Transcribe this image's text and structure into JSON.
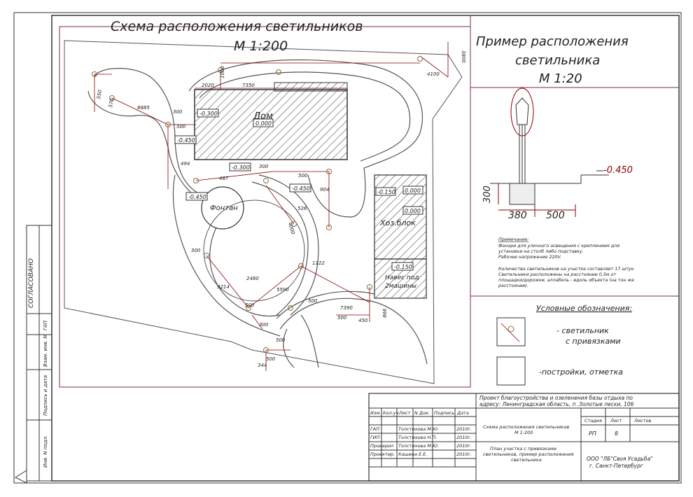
{
  "plan": {
    "title": "Схема расположения светильников",
    "scale": "М 1:200",
    "house": "Дом",
    "fountain": "Фонтан",
    "utility": "Хоз.блок",
    "canopy_line1": "Навес под",
    "canopy_line2": "2машины",
    "marks": [
      "-0.300",
      "0.000",
      "-0.450",
      "-0.300",
      "-0.450",
      "-0.450",
      "-0.150",
      "0.000",
      "0.000",
      "-0.150"
    ],
    "dims_house": [
      "2020",
      "7350",
      "1000"
    ],
    "dims_misc": [
      "3800",
      "4100",
      "500",
      "500",
      "500",
      "500",
      "500",
      "500",
      "500",
      "450",
      "866",
      "300",
      "300",
      "300",
      "300",
      "1122",
      "344",
      "494",
      "487",
      "526",
      "904",
      "4000",
      "9214",
      "7390",
      "2480",
      "5590",
      "8885",
      "550",
      "570"
    ]
  },
  "example": {
    "title_line1": "Пример расположения",
    "title_line2": "светильника",
    "scale": "М 1:20",
    "mark": "-0.450",
    "dim_height": "300",
    "dim_a": "380",
    "dim_b": "500"
  },
  "notes": {
    "heading": "Примечание:",
    "lines": [
      "Фонари для уличного освещения с креплением для",
      "установки на столб либо подставку.",
      "Рабочее напряжение 220V.",
      "",
      "Количество светильников на участке составляет 17 штук.",
      "Светильники расположены на расстоянии 0,5м от",
      "площадки/дорожки, аллабель - вдоль объекта (на тон же",
      "расстоянии)."
    ]
  },
  "legend": {
    "heading": "Условные обозначения:",
    "lamp_line1": "- светильник",
    "lamp_line2": "с привязками",
    "building": "-постройки, отметка"
  },
  "side_stamp": {
    "agreed": "СОГЛАСОВАНО",
    "cells": [
      "ГАП",
      "Взам. инв. N",
      "Подпись и дата",
      "Инв. N подл."
    ]
  },
  "title_block": {
    "project_line1": "Проект благоустройства и озеленения базы отдыха по",
    "project_line2": "адресу: Ленинградская область, п .Золотые пески, 106",
    "headers": [
      "Изм.",
      "Кол.уч.",
      "Лист",
      "N Док.",
      "Подпись",
      "Дата"
    ],
    "rows": [
      {
        "role": "ГАП",
        "name": "Толстихова М.Ю.",
        "date": "2010г."
      },
      {
        "role": "ГИП",
        "name": "Толстихова Н.П.",
        "date": "2010г."
      },
      {
        "role": "Проверил",
        "name": "Толстихова М.Ю.",
        "date": "2010г."
      },
      {
        "role": "Проектир.",
        "name": "Кашина Е.Е.",
        "date": "2010г."
      }
    ],
    "sheet_name_line1": "Схема расположения светильников",
    "sheet_name_line2": "М 1:200",
    "drawing_line1": "План участка с привязками",
    "drawing_line2": "светильников, пример расположения",
    "drawing_line3": "светильника",
    "stage_label": "Стадия",
    "sheet_label": "Лист",
    "sheets_label": "Листов",
    "stage_value": "РП",
    "sheet_value": "8",
    "company_line1": "ООО \"ЛБ\"Своя Усадьба\"",
    "company_line2": "г. Санкт-Петербург"
  },
  "colors": {
    "line": "#333333",
    "red": "#8b0000",
    "magenta": "#7a2a5a",
    "path": "#8a6d3b"
  }
}
